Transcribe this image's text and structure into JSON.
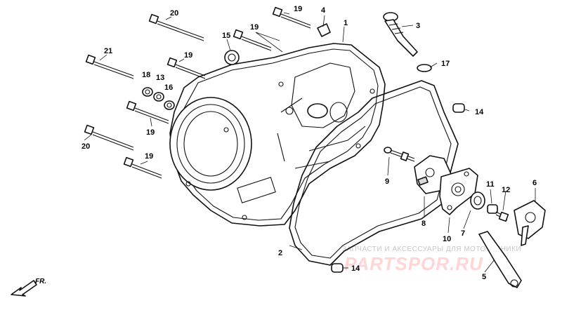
{
  "diagram": {
    "callouts": {
      "c1": "1",
      "c2": "2",
      "c3": "3",
      "c4": "4",
      "c5": "5",
      "c6": "6",
      "c7": "7",
      "c8": "8",
      "c9": "9",
      "c10": "10",
      "c11": "11",
      "c12": "12",
      "c13": "13",
      "c14a": "14",
      "c14b": "14",
      "c15": "15",
      "c16": "16",
      "c17": "17",
      "c18": "18",
      "c19a": "19",
      "c19b": "19",
      "c19c": "19",
      "c19d": "19",
      "c19e": "19",
      "c20a": "20",
      "c20b": "20",
      "c21": "21"
    },
    "front_arrow_label": "FR.",
    "watermark": {
      "text": "ЗАПЧАСТИ И АКСЕССУАРЫ ДЛЯ МОТОТЕХНИКИ",
      "brand": "PARTSPOR.RU"
    }
  }
}
